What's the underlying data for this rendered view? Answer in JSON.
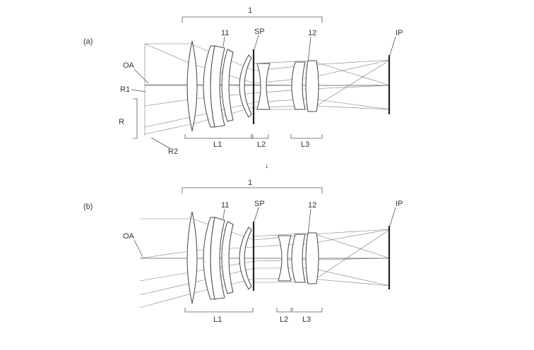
{
  "panels": {
    "a": {
      "tag": "(a)",
      "group_label": "1",
      "lens_11": "11",
      "stop": "SP",
      "lens_12": "12",
      "image_plane": "IP",
      "axis": "OA",
      "ray_r1": "R1",
      "ray_r": "R",
      "ray_r2": "R2",
      "group_l1": "L1",
      "group_l2": "L2",
      "group_l3": "L3"
    },
    "b": {
      "tag": "(b)",
      "group_label": "1",
      "lens_11": "11",
      "stop": "SP",
      "lens_12": "12",
      "image_plane": "IP",
      "axis": "OA",
      "group_l1": "L1",
      "group_l2": "L2",
      "group_l3": "L3"
    }
  },
  "transition_arrow": "↓"
}
